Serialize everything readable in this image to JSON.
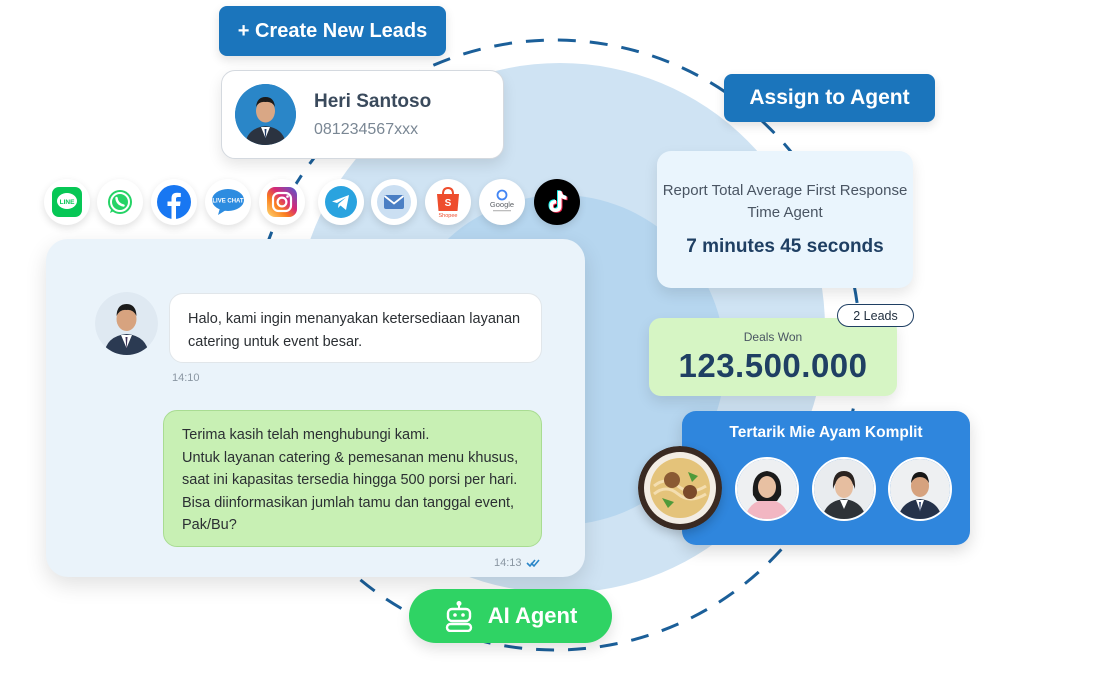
{
  "actions": {
    "create_leads_label": "+ Create New Leads",
    "assign_agent_label": "Assign to Agent",
    "ai_agent_label": "AI Agent"
  },
  "lead": {
    "name": "Heri Santoso",
    "phone": "081234567xxx"
  },
  "channels": [
    {
      "name": "line",
      "label": "LINE",
      "color": "#06c755"
    },
    {
      "name": "whatsapp",
      "color": "#25d366"
    },
    {
      "name": "facebook",
      "color": "#1877f2"
    },
    {
      "name": "live-chat",
      "label": "LIVE CHAT",
      "color": "#2d8ce0"
    },
    {
      "name": "instagram",
      "color": "#d62976"
    },
    {
      "name": "telegram",
      "color": "#2aa3df"
    },
    {
      "name": "email",
      "color": "#4b7fc4"
    },
    {
      "name": "shopee",
      "label": "Shopee",
      "color": "#ee4d2d"
    },
    {
      "name": "google-reviews",
      "label": "Google",
      "color": "#4285f4"
    },
    {
      "name": "tiktok",
      "color": "#000000"
    }
  ],
  "chat": {
    "incoming": {
      "text": "Halo, kami ingin menanyakan ketersediaan layanan catering untuk event besar.",
      "time": "14:10"
    },
    "outgoing": {
      "text": "Terima kasih telah menghubungi kami.\n Untuk layanan catering & pemesanan menu khusus, saat ini kapasitas tersedia hingga 500 porsi per hari.\n Bisa diinformasikan jumlah tamu dan tanggal event, Pak/Bu?",
      "time": "14:13"
    }
  },
  "report": {
    "title": "Report Total Average First Response Time Agent",
    "value": "7 minutes 45 seconds"
  },
  "deals": {
    "badge": "2 Leads",
    "label": "Deals Won",
    "value": "123.500.000"
  },
  "interest": {
    "title": "Tertarik Mie Ayam Komplit"
  },
  "colors": {
    "primary": "#1b75bc",
    "accent_green": "#2fd364",
    "deal_green": "#d6f5c4",
    "interest_blue": "#2f86dd"
  }
}
